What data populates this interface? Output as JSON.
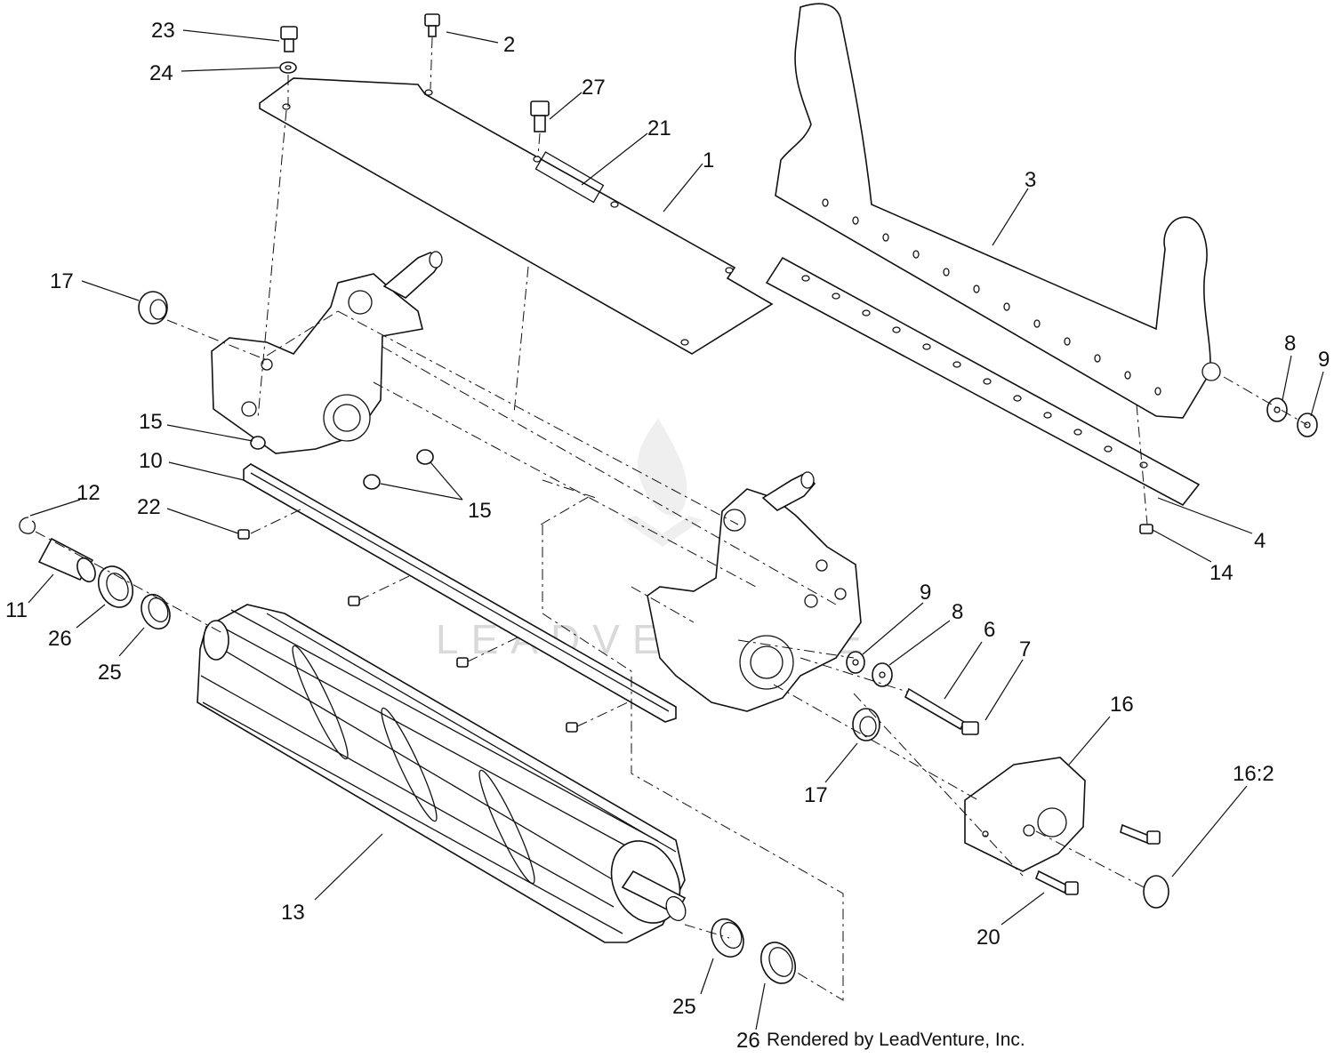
{
  "diagram": {
    "labels": [
      {
        "id": "23",
        "text": "23"
      },
      {
        "id": "2",
        "text": "2"
      },
      {
        "id": "24",
        "text": "24"
      },
      {
        "id": "27",
        "text": "27"
      },
      {
        "id": "21",
        "text": "21"
      },
      {
        "id": "1",
        "text": "1"
      },
      {
        "id": "3",
        "text": "3"
      },
      {
        "id": "17a",
        "text": "17"
      },
      {
        "id": "8a",
        "text": "8"
      },
      {
        "id": "9a",
        "text": "9"
      },
      {
        "id": "15a",
        "text": "15"
      },
      {
        "id": "10",
        "text": "10"
      },
      {
        "id": "12",
        "text": "12"
      },
      {
        "id": "15b",
        "text": "15"
      },
      {
        "id": "22",
        "text": "22"
      },
      {
        "id": "4",
        "text": "4"
      },
      {
        "id": "14",
        "text": "14"
      },
      {
        "id": "11",
        "text": "11"
      },
      {
        "id": "9b",
        "text": "9"
      },
      {
        "id": "8b",
        "text": "8"
      },
      {
        "id": "6",
        "text": "6"
      },
      {
        "id": "7",
        "text": "7"
      },
      {
        "id": "26a",
        "text": "26"
      },
      {
        "id": "25a",
        "text": "25"
      },
      {
        "id": "16",
        "text": "16"
      },
      {
        "id": "16-2",
        "text": "16:2"
      },
      {
        "id": "17b",
        "text": "17"
      },
      {
        "id": "13",
        "text": "13"
      },
      {
        "id": "20",
        "text": "20"
      },
      {
        "id": "25b",
        "text": "25"
      },
      {
        "id": "26b",
        "text": "26"
      }
    ],
    "watermark": "LEADVENTURE",
    "credit": "Rendered by LeadVenture, Inc.",
    "colors": {
      "ink": "#111111",
      "paper": "#ffffff",
      "watermark": "#d9d9d9"
    }
  }
}
